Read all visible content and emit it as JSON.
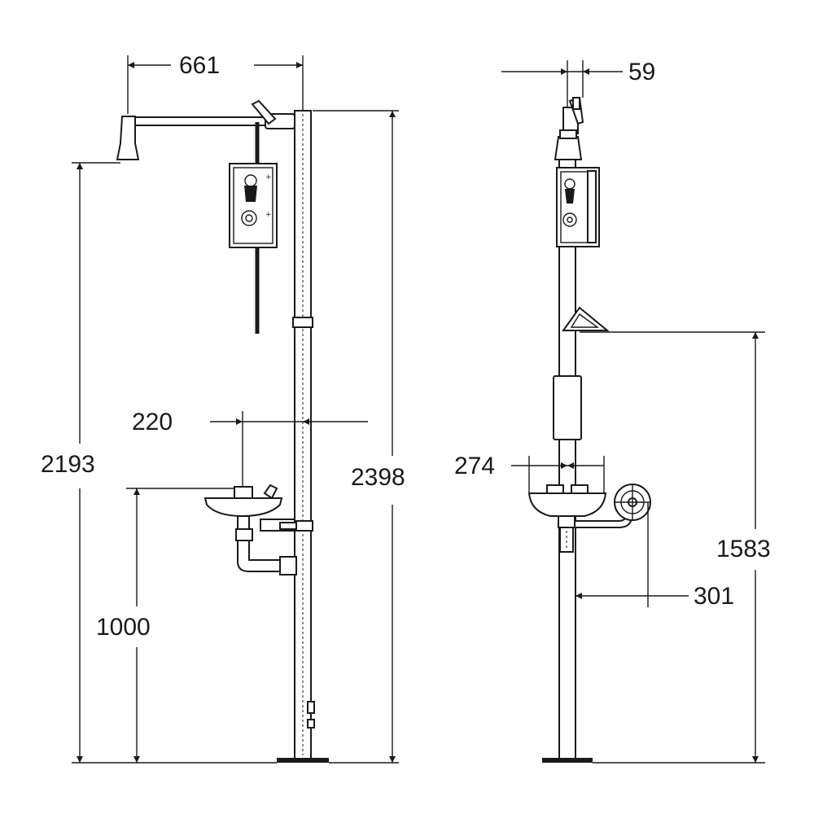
{
  "dimensions": {
    "arm_reach": "661",
    "total_height": "2398",
    "shower_height": "2193",
    "eyewash_offset": "220",
    "eyewash_height": "1000",
    "head_depth": "59",
    "pull_height": "1583",
    "bowl_width": "274",
    "wheel_offset": "301"
  }
}
